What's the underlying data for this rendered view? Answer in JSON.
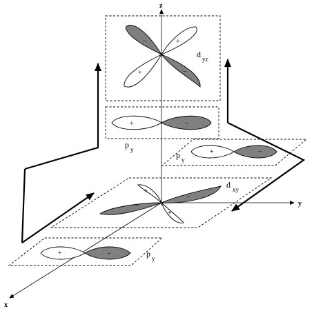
{
  "axes": {
    "x": "x",
    "y": "y",
    "z": "z"
  },
  "orbitals": {
    "dyz": {
      "label": "d",
      "sub": "yz"
    },
    "py_top": {
      "label": "p",
      "sub": "y"
    },
    "py_right": {
      "label": "p",
      "sub": "y"
    },
    "dxy": {
      "label": "d",
      "sub": "xy"
    },
    "py_bottom": {
      "label": "p",
      "sub": "y"
    }
  },
  "signs": {
    "plus": "+",
    "minus": "−"
  },
  "colors": {
    "shaded_lobe": "#808080",
    "line": "#000000",
    "background": "#ffffff"
  }
}
